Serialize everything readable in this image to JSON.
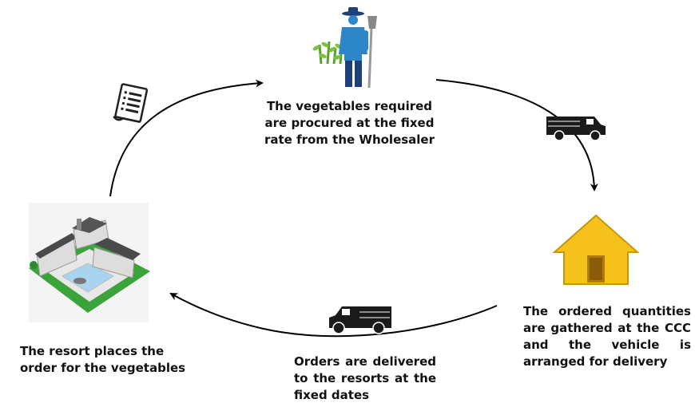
{
  "steps": {
    "wholesaler": {
      "lines": [
        "The vegetables required",
        "are procured at the fixed",
        "rate from the Wholesaler"
      ],
      "icon": "farmer-icon"
    },
    "ccc": {
      "lines": [
        "The ordered quantities",
        "are gathered at the CCC",
        "and the vehicle is",
        "arranged for delivery"
      ],
      "icon": "house-icon"
    },
    "delivery": {
      "lines": [
        "Orders are delivered",
        "to the resorts at the",
        "fixed dates"
      ],
      "icon": "truck-icon"
    },
    "resort": {
      "lines": [
        "The resort places the",
        "order for the vegetables"
      ],
      "icon": "resort-icon"
    }
  },
  "connectors": {
    "order_icon": "order-list-icon",
    "transport_icon": "truck-icon"
  },
  "colors": {
    "farmer_shirt": "#2e86c9",
    "farmer_pants": "#1f3f7a",
    "house": "#f4c21a",
    "house_door": "#b07a10",
    "arrow": "#000000"
  }
}
